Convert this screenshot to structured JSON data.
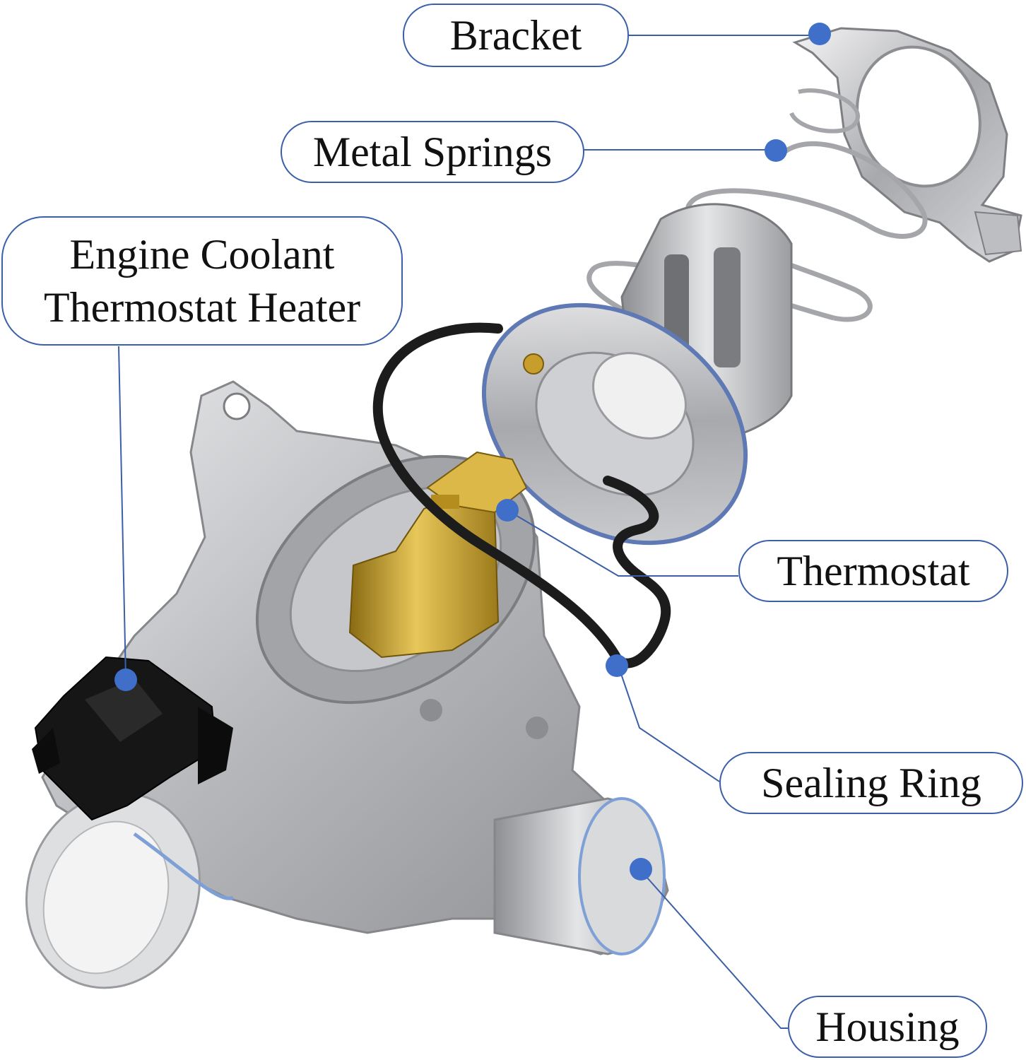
{
  "labels": {
    "bracket": "Bracket",
    "metal_springs": "Metal Springs",
    "heater_line1": "Engine Coolant",
    "heater_line2": "Thermostat Heater",
    "thermostat": "Thermostat",
    "sealing_ring": "Sealing Ring",
    "housing": "Housing"
  },
  "colors": {
    "callout_border": "#3b5fa8",
    "callout_dot": "#3f6fc9",
    "leader_line": "#3b5fa8",
    "metal": "#c9cacc",
    "brass": "#c9a535",
    "seal": "#1c1c1c",
    "connector": "#151515"
  }
}
